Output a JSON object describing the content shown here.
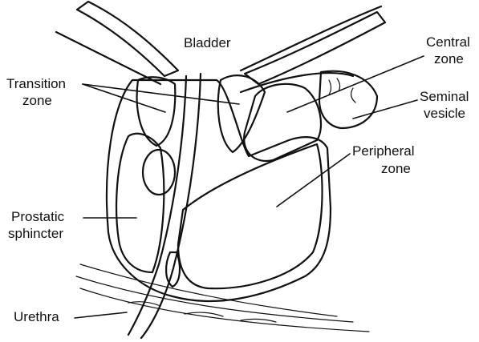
{
  "labels": {
    "bladder": "Bladder",
    "central_zone": [
      "Central",
      "zone"
    ],
    "transition_zone": [
      "Transition",
      "zone"
    ],
    "seminal_vesicle": [
      "Seminal",
      "vesicle"
    ],
    "peripheral_zone": [
      "Peripheral",
      "zone"
    ],
    "prostatic_sphincter": [
      "Prostatic",
      "sphincter"
    ],
    "urethra": "Urethra"
  },
  "colors": {
    "ink": "#111111",
    "background": "#ffffff"
  }
}
